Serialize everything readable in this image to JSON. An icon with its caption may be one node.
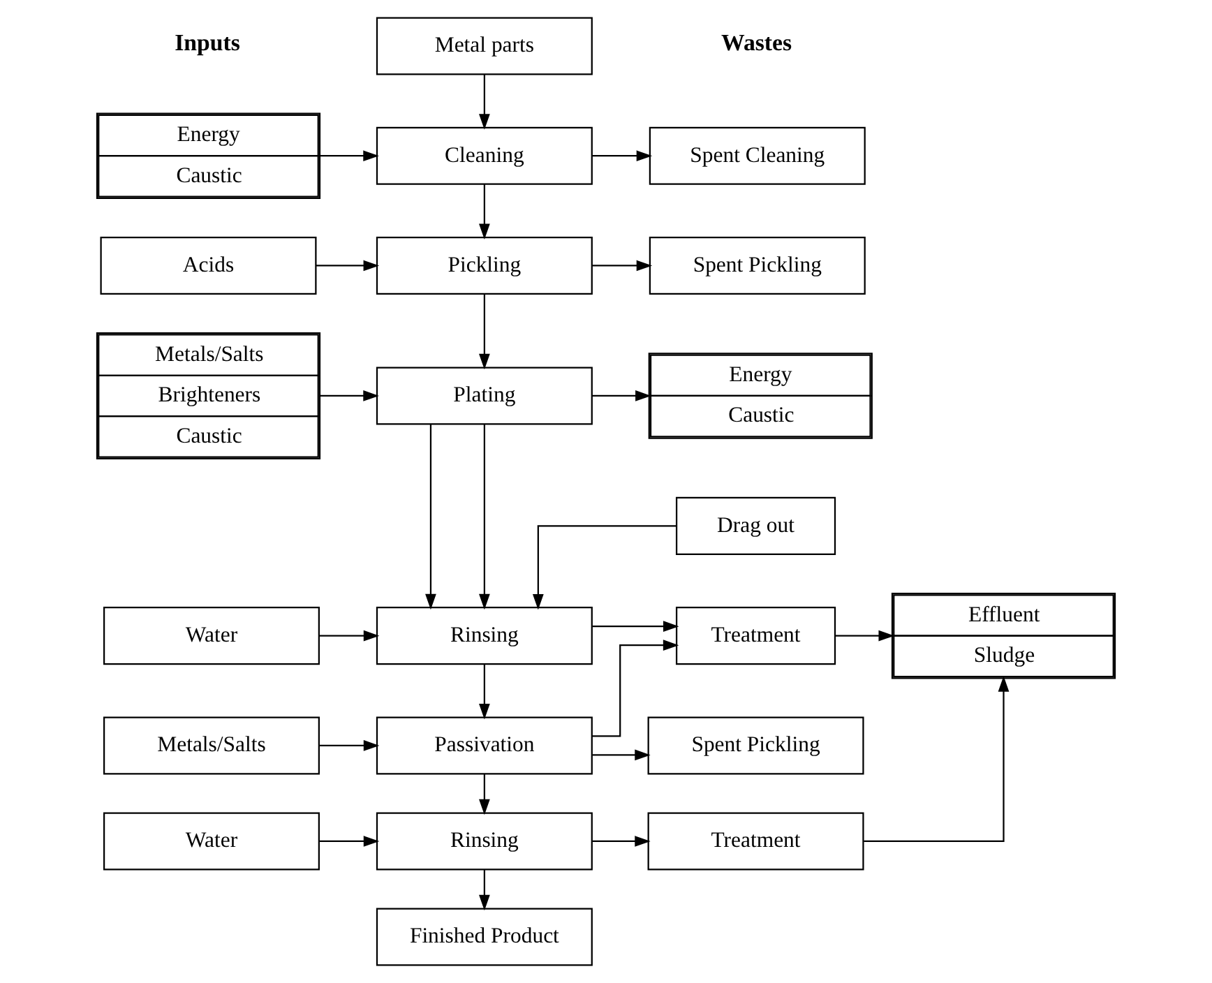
{
  "diagram": {
    "nodes": [
      {
        "text": [
          "Metal parts"
        ]
      },
      {
        "text": [
          "Energy",
          "Caustic"
        ]
      },
      {
        "text": [
          "Cleaning"
        ]
      },
      {
        "text": [
          "Spent Cleaning"
        ]
      },
      {
        "text": [
          "Acids"
        ]
      },
      {
        "text": [
          "Pickling"
        ]
      },
      {
        "text": [
          "Spent Pickling"
        ]
      },
      {
        "text": [
          "Metals/Salts",
          "Brighteners",
          "Caustic"
        ]
      },
      {
        "text": [
          "Plating"
        ]
      },
      {
        "text": [
          "Energy",
          "Caustic"
        ]
      },
      {
        "text": [
          "Drag out"
        ]
      },
      {
        "text": [
          "Water"
        ]
      },
      {
        "text": [
          "Rinsing"
        ]
      },
      {
        "text": [
          "Treatment"
        ]
      },
      {
        "text": [
          "Effluent",
          "Sludge"
        ]
      },
      {
        "text": [
          "Metals/Salts"
        ]
      },
      {
        "text": [
          "Passivation"
        ]
      },
      {
        "text": [
          "Spent Pickling"
        ]
      },
      {
        "text": [
          "Water"
        ]
      },
      {
        "text": [
          "Rinsing"
        ]
      },
      {
        "text": [
          "Treatment"
        ]
      },
      {
        "text": [
          "Finished Product"
        ]
      }
    ],
    "edges": [
      {
        "from": 0,
        "to": 2,
        "arrow": "to"
      },
      {
        "from": 1,
        "to": 2,
        "arrow": "to"
      },
      {
        "from": 2,
        "to": 3,
        "arrow": "to"
      },
      {
        "from": 2,
        "to": 5,
        "arrow": "to"
      },
      {
        "from": 4,
        "to": 5,
        "arrow": "to"
      },
      {
        "from": 5,
        "to": 6,
        "arrow": "to"
      },
      {
        "from": 5,
        "to": 8,
        "arrow": "to"
      },
      {
        "from": 7,
        "to": 8,
        "arrow": "to"
      },
      {
        "from": 8,
        "to": 9,
        "arrow": "to"
      },
      {
        "from": 8,
        "to": 12,
        "arrow": "to"
      },
      {
        "from": 8,
        "to": 12,
        "arrow": "to"
      },
      {
        "from": 10,
        "to": 12,
        "arrow": "to"
      },
      {
        "from": 11,
        "to": 12,
        "arrow": "to"
      },
      {
        "from": 12,
        "to": 13,
        "arrow": "to"
      },
      {
        "from": 13,
        "to": 14,
        "arrow": "to"
      },
      {
        "from": 12,
        "to": 16,
        "arrow": "to"
      },
      {
        "from": 16,
        "to": 13,
        "arrow": "to"
      },
      {
        "from": 15,
        "to": 16,
        "arrow": "to"
      },
      {
        "from": 16,
        "to": 17,
        "arrow": "to"
      },
      {
        "from": 16,
        "to": 19,
        "arrow": "to"
      },
      {
        "from": 18,
        "to": 19,
        "arrow": "to"
      },
      {
        "from": 19,
        "to": 20,
        "arrow": "to"
      },
      {
        "from": 20,
        "to": 14,
        "arrow": "to"
      },
      {
        "from": 19,
        "to": 21,
        "arrow": "to"
      }
    ],
    "labels": [
      "Inputs",
      "Wastes"
    ]
  }
}
